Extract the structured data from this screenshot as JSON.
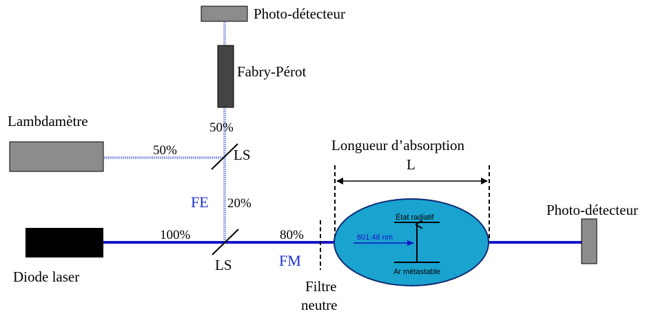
{
  "labels": {
    "photodetector_top": "Photo-détecteur",
    "fabry_perot": "Fabry-Pérot",
    "lambdametre": "Lambdamètre",
    "diode_laser": "Diode laser",
    "photodetector_right": "Photo-détecteur",
    "ls_upper": "LS",
    "ls_lower": "LS",
    "pct_50_vertical": "50%",
    "pct_50_horizontal": "50%",
    "pct_20": "20%",
    "pct_100": "100%",
    "pct_80": "80%",
    "fe": "FE",
    "fm": "FM",
    "filtre_line1": "Filtre",
    "filtre_line2": "neutre",
    "absorption_title": "Longueur d’absorption",
    "absorption_symbol": "L",
    "etat_radiatif": "État radiatif",
    "ar_metastable": "Ar métastable",
    "wavelength": "801.48 nm"
  },
  "colors": {
    "beam_main": "#1515c8",
    "beam_dotted": "#9aa6e6",
    "cell_fill": "#1aa3cf",
    "cell_stroke": "#0d2a73",
    "component_gray": "#8c8c8c",
    "fabry_dark": "#444444",
    "diode_black": "#000000",
    "label_blue": "#1a2fd6"
  }
}
